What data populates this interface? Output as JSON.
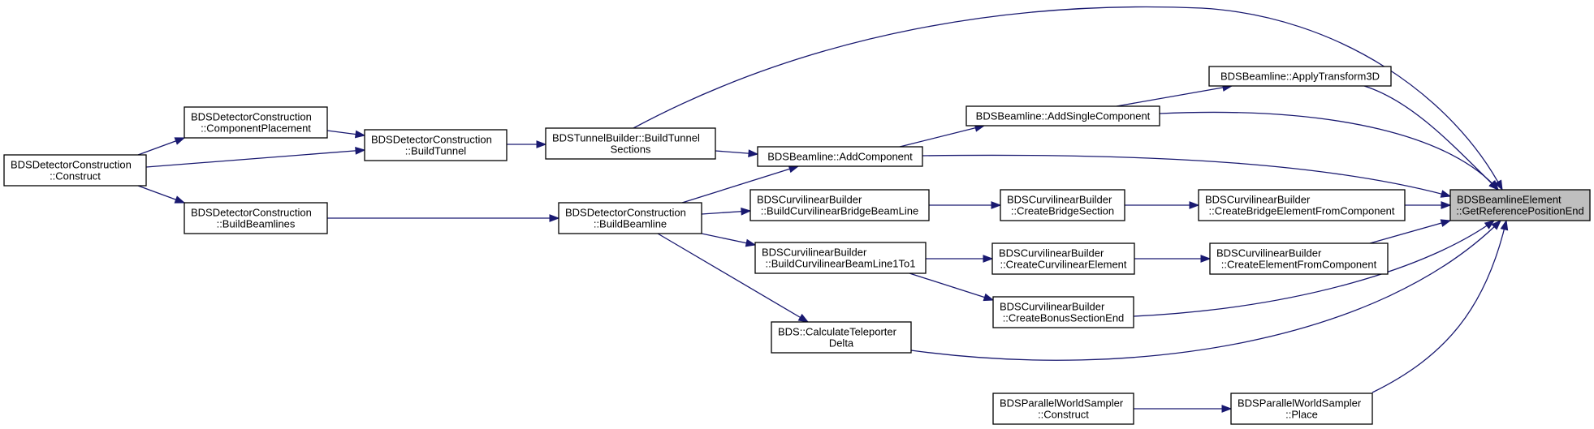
{
  "diagram": {
    "type": "call-graph",
    "edge_color": "#191970",
    "target_fill": "#bfbfbf",
    "nodes": [
      {
        "id": "target",
        "lines": [
          "BDSBeamlineElement",
          "::GetReferencePositionEnd"
        ],
        "highlighted": true
      },
      {
        "id": "applytransform",
        "lines": [
          "BDSBeamline::ApplyTransform3D"
        ]
      },
      {
        "id": "addsingle",
        "lines": [
          "BDSBeamline::AddSingleComponent"
        ]
      },
      {
        "id": "addcomp",
        "lines": [
          "BDSBeamline::AddComponent"
        ]
      },
      {
        "id": "tunnelsections",
        "lines": [
          "BDSTunnelBuilder::BuildTunnel",
          "Sections"
        ]
      },
      {
        "id": "dc_buildtunnel",
        "lines": [
          "BDSDetectorConstruction",
          "::BuildTunnel"
        ]
      },
      {
        "id": "dc_compplace",
        "lines": [
          "BDSDetectorConstruction",
          "::ComponentPlacement"
        ]
      },
      {
        "id": "dc_construct",
        "lines": [
          "BDSDetectorConstruction",
          "::Construct"
        ]
      },
      {
        "id": "dc_buildbeamlines",
        "lines": [
          "BDSDetectorConstruction",
          "::BuildBeamlines"
        ]
      },
      {
        "id": "dc_buildbeamline",
        "lines": [
          "BDSDetectorConstruction",
          "::BuildBeamline"
        ]
      },
      {
        "id": "cb_bridgebeamline",
        "lines": [
          "BDSCurvilinearBuilder",
          "::BuildCurvilinearBridgeBeamLine"
        ]
      },
      {
        "id": "cb_createbridgesection",
        "lines": [
          "BDSCurvilinearBuilder",
          "::CreateBridgeSection"
        ]
      },
      {
        "id": "cb_bridgeelement",
        "lines": [
          "BDSCurvilinearBuilder",
          "::CreateBridgeElementFromComponent"
        ]
      },
      {
        "id": "cb_beamline1to1",
        "lines": [
          "BDSCurvilinearBuilder",
          "::BuildCurvilinearBeamLine1To1"
        ]
      },
      {
        "id": "cb_createcurvelem",
        "lines": [
          "BDSCurvilinearBuilder",
          "::CreateCurvilinearElement"
        ]
      },
      {
        "id": "cb_elemfromcomp",
        "lines": [
          "BDSCurvilinearBuilder",
          "::CreateElementFromComponent"
        ]
      },
      {
        "id": "cb_bonussection",
        "lines": [
          "BDSCurvilinearBuilder",
          "::CreateBonusSectionEnd"
        ]
      },
      {
        "id": "teleporter",
        "lines": [
          "BDS::CalculateTeleporter",
          "Delta"
        ]
      },
      {
        "id": "pws_construct",
        "lines": [
          "BDSParallelWorldSampler",
          "::Construct"
        ]
      },
      {
        "id": "pws_place",
        "lines": [
          "BDSParallelWorldSampler",
          "::Place"
        ]
      }
    ],
    "edges": [
      {
        "from": "applytransform",
        "to": "target"
      },
      {
        "from": "addsingle",
        "to": "target"
      },
      {
        "from": "addsingle",
        "to": "applytransform"
      },
      {
        "from": "addcomp",
        "to": "target"
      },
      {
        "from": "addcomp",
        "to": "addsingle"
      },
      {
        "from": "tunnelsections",
        "to": "target"
      },
      {
        "from": "tunnelsections",
        "to": "addcomp"
      },
      {
        "from": "dc_buildtunnel",
        "to": "tunnelsections"
      },
      {
        "from": "dc_compplace",
        "to": "dc_buildtunnel"
      },
      {
        "from": "dc_construct",
        "to": "dc_compplace"
      },
      {
        "from": "dc_construct",
        "to": "dc_buildtunnel"
      },
      {
        "from": "dc_construct",
        "to": "dc_buildbeamlines"
      },
      {
        "from": "dc_buildbeamlines",
        "to": "dc_buildbeamline"
      },
      {
        "from": "dc_buildbeamline",
        "to": "addcomp"
      },
      {
        "from": "dc_buildbeamline",
        "to": "cb_bridgebeamline"
      },
      {
        "from": "dc_buildbeamline",
        "to": "cb_beamline1to1"
      },
      {
        "from": "dc_buildbeamline",
        "to": "teleporter"
      },
      {
        "from": "cb_bridgebeamline",
        "to": "cb_createbridgesection"
      },
      {
        "from": "cb_createbridgesection",
        "to": "cb_bridgeelement"
      },
      {
        "from": "cb_bridgeelement",
        "to": "target"
      },
      {
        "from": "cb_beamline1to1",
        "to": "cb_createcurvelem"
      },
      {
        "from": "cb_beamline1to1",
        "to": "cb_bonussection"
      },
      {
        "from": "cb_createcurvelem",
        "to": "cb_elemfromcomp"
      },
      {
        "from": "cb_elemfromcomp",
        "to": "target"
      },
      {
        "from": "cb_bonussection",
        "to": "target"
      },
      {
        "from": "teleporter",
        "to": "target"
      },
      {
        "from": "pws_construct",
        "to": "pws_place"
      },
      {
        "from": "pws_place",
        "to": "target"
      }
    ]
  }
}
